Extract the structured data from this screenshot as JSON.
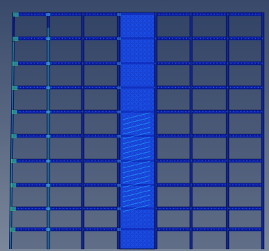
{
  "view": {
    "background_top": "#38496a",
    "background_bottom": "#7b879a"
  },
  "model": {
    "stories": 10,
    "frame_bays": 6,
    "core_bay_index": 3,
    "colors": {
      "frame": "#0b1a6e",
      "frame_dark": "#061050",
      "frame_slab": "#08158e",
      "mesh_low": "#1237d1",
      "mesh_mid": "#1855e8",
      "mesh_high": "#25b7ff",
      "stress_green": "#3ddc8a",
      "stress_cyan": "#45c7ff"
    }
  }
}
